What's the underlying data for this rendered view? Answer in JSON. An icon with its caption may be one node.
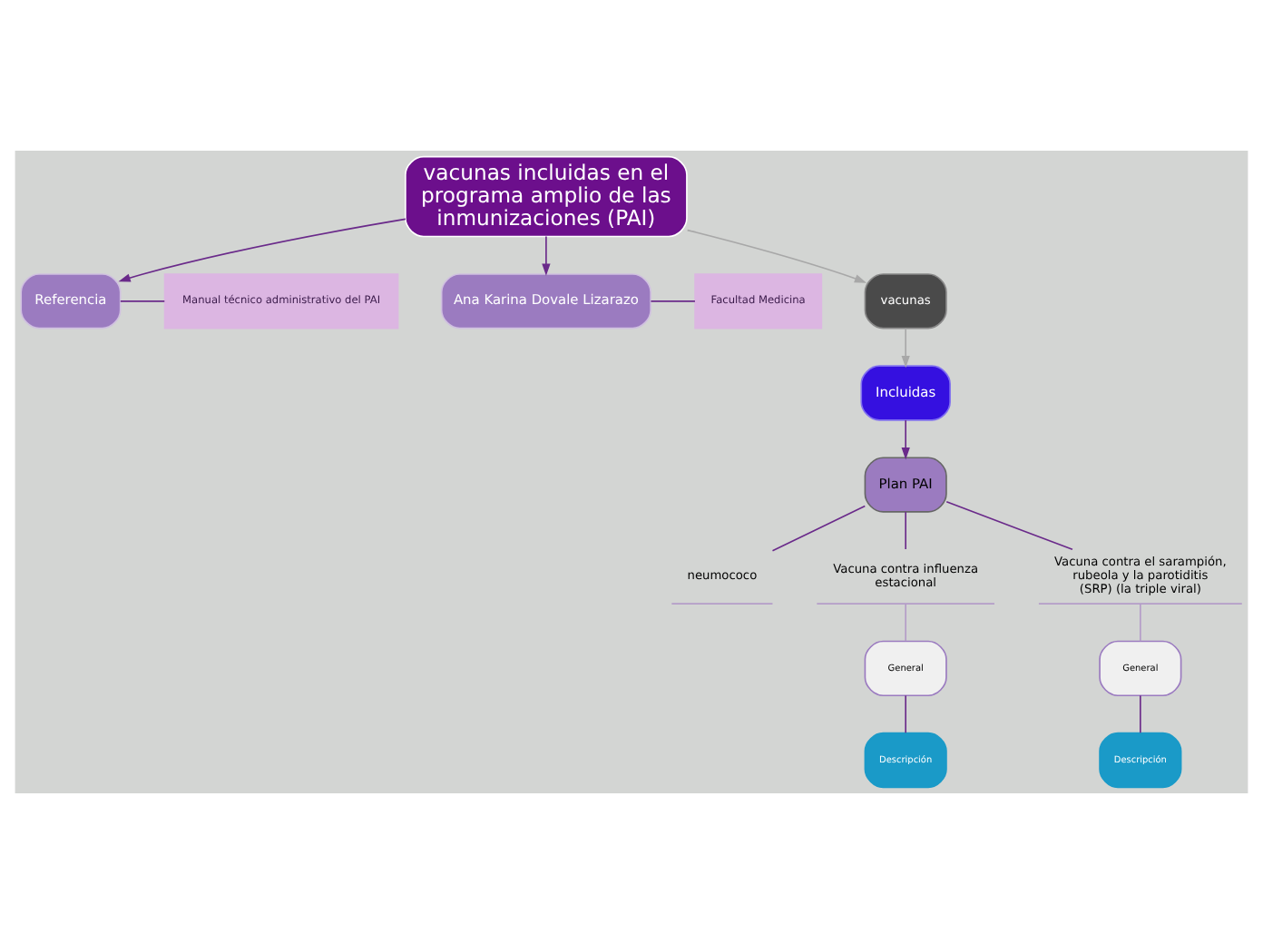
{
  "diagram": {
    "nodes": [
      {
        "text": [
          "vacunas incluidas en el programa amplio de las inmunizaciones (PAI)"
        ]
      },
      {
        "text": [
          "Referencia"
        ]
      },
      {
        "text": [
          "Manual técnico administrativo del PAI"
        ]
      },
      {
        "text": [
          "Ana Karina Dovale Lizarazo"
        ]
      },
      {
        "text": [
          "Facultad Medicina"
        ]
      },
      {
        "text": [
          "vacunas"
        ]
      },
      {
        "text": [
          "Incluidas"
        ]
      },
      {
        "text": [
          "Plan PAI"
        ]
      },
      {
        "text": [
          "neumococo"
        ]
      },
      {
        "text": [
          "Vacuna contra influenza estacional"
        ]
      },
      {
        "text": [
          "General"
        ]
      },
      {
        "text": [
          "Descripción"
        ]
      },
      {
        "text": [
          "Vacuna contra el sarampión, rubeola y la parotiditis (SRP) (la triple viral)"
        ]
      },
      {
        "text": [
          "General"
        ]
      },
      {
        "text": [
          "Descripción"
        ]
      }
    ],
    "edges": [
      {
        "from": 0,
        "to": 1,
        "arrow": "to"
      },
      {
        "from": 1,
        "to": 2,
        "arrow": "none"
      },
      {
        "from": 0,
        "to": 3,
        "arrow": "to"
      },
      {
        "from": 3,
        "to": 4,
        "arrow": "none"
      },
      {
        "from": 0,
        "to": 5,
        "arrow": "to",
        "color": "#a8a8a8"
      },
      {
        "from": 5,
        "to": 6,
        "arrow": "to",
        "color": "#a8a8a8"
      },
      {
        "from": 6,
        "to": 7,
        "arrow": "to"
      },
      {
        "from": 7,
        "to": 8,
        "arrow": "none"
      },
      {
        "from": 7,
        "to": 9,
        "arrow": "none"
      },
      {
        "from": 7,
        "to": 12,
        "arrow": "none"
      },
      {
        "from": 9,
        "to": 10,
        "arrow": "none",
        "color": "#b49cc8"
      },
      {
        "from": 10,
        "to": 11,
        "arrow": "none"
      },
      {
        "from": 12,
        "to": 13,
        "arrow": "none",
        "color": "#b49cc8"
      },
      {
        "from": 13,
        "to": 14,
        "arrow": "none"
      }
    ]
  }
}
